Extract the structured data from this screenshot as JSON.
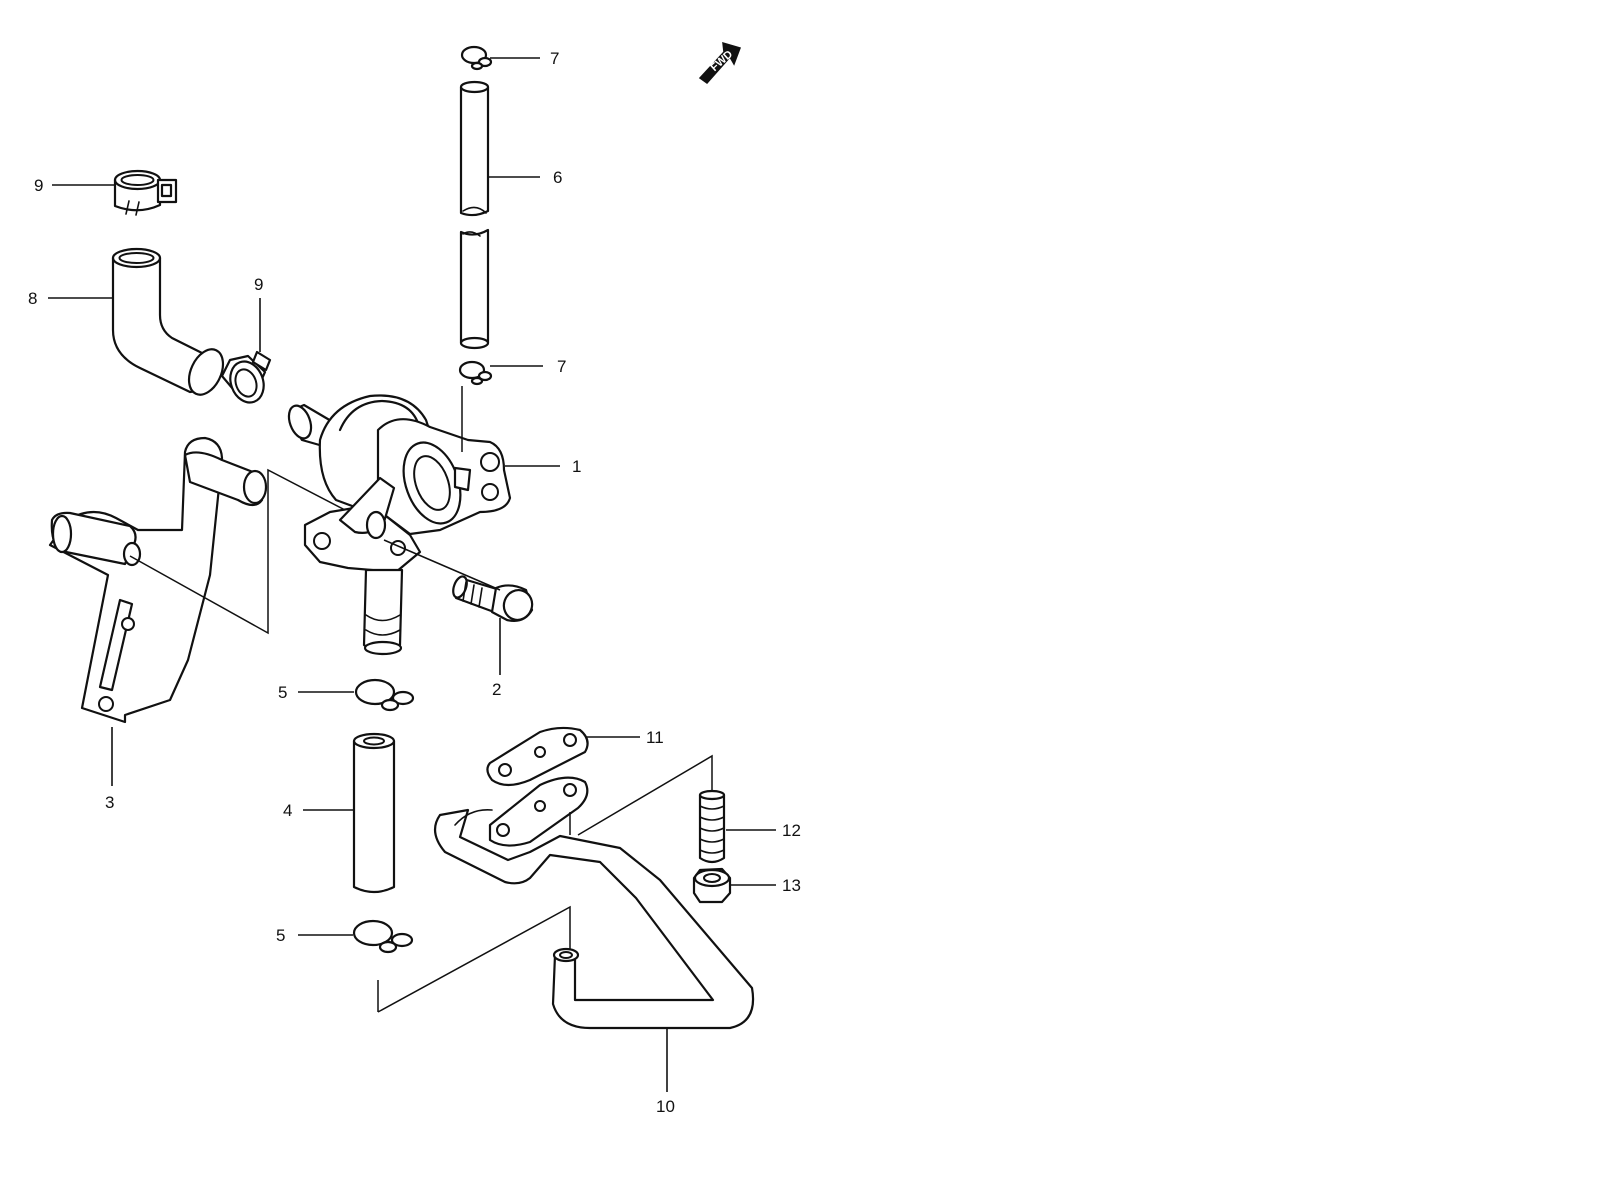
{
  "diagram": {
    "direction_badge": "FWD",
    "callouts": {
      "c1": "1",
      "c2": "2",
      "c3": "3",
      "c4": "4",
      "c5a": "5",
      "c5b": "5",
      "c6": "6",
      "c7a": "7",
      "c7b": "7",
      "c8": "8",
      "c9a": "9",
      "c9b": "9",
      "c10": "10",
      "c11": "11",
      "c12": "12",
      "c13": "13"
    }
  }
}
